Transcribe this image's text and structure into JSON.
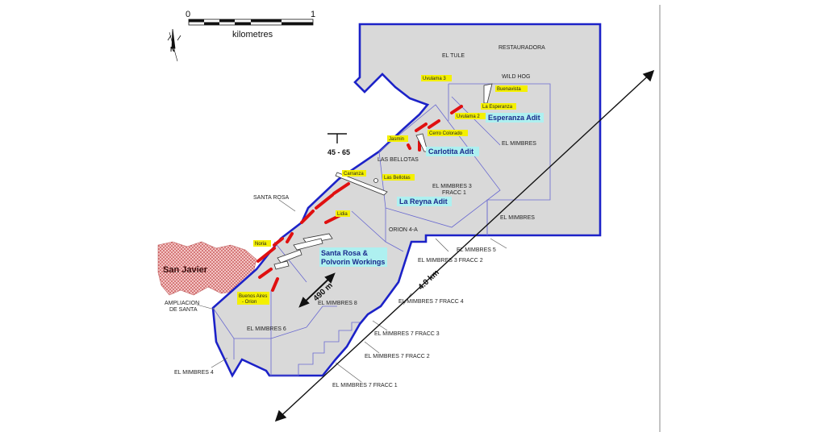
{
  "scale_bar": {
    "start": "0",
    "end": "1",
    "unit": "kilometres"
  },
  "north_arrow": {
    "label": "N"
  },
  "dip": {
    "label": "45 - 65"
  },
  "town": {
    "name": "San Javier"
  },
  "distances": {
    "total": "4.0 km",
    "width": "490 m"
  },
  "concessions": {
    "el_tule": "EL TULE",
    "restauradora": "RESTAURADORA",
    "wild_hog": "WILD HOG",
    "el_mimbres_a": "EL MIMBRES",
    "las_bellotas": "LAS BELLOTAS",
    "el_mimbres_3_fracc_1_a": "EL MIMBRES 3",
    "el_mimbres_3_fracc_1_b": "FRACC 1",
    "el_mimbres_b": "EL MIMBRES",
    "santa_rosa": "SANTA ROSA",
    "orion_4a": "ORION 4-A",
    "el_mimbres_5": "EL MIMBRES 5",
    "el_mimbres_3_fracc_2": "EL MIMBRES 3 FRACC 2",
    "ampliacion_a": "AMPLIACION",
    "ampliacion_b": "DE SANTA",
    "el_mimbres_8": "EL MIMBRES 8",
    "el_mimbres_7_fracc_4": "EL MIMBRES 7 FRACC 4",
    "el_mimbres_6": "EL MIMBRES 6",
    "el_mimbres_7_fracc_3": "EL MIMBRES 7 FRACC 3",
    "el_mimbres_7_fracc_2": "EL MIMBRES 7 FRACC 2",
    "el_mimbres_4": "EL MIMBRES 4",
    "el_mimbres_7_fracc_1": "EL MIMBRES 7 FRACC 1"
  },
  "veins": {
    "uvulama_3": "Uvulama 3",
    "buenavista": "Buenavista",
    "la_esperanza": "La Esperanza",
    "uvulama_2": "Uvulama 2",
    "cerro_colorado": "Cerro Colorado",
    "jasmin": "Jasmin",
    "carranza": "Carranza",
    "las_bellotas": "Las Bellotas",
    "lidia": "Lidia",
    "noria": "Noria",
    "buenos_aires_a": "Buenos Aires",
    "buenos_aires_b": "- Orion"
  },
  "workings": {
    "esperanza_adit": "Esperanza Adit",
    "carlotita_adit": "Carlotita Adit",
    "la_reyna_adit": "La Reyna Adit",
    "santa_rosa_a": "Santa Rosa &",
    "santa_rosa_b": "Polvorin Workings"
  },
  "colors": {
    "property_fill": "#d9d9d9",
    "property_border": "#1c22c8",
    "concession_line": "#6a6ad0",
    "vein": "#e01010",
    "label_highlight": "#f4f000",
    "adit_highlight": "#aef0f0",
    "town_fill": "#e8a0a0"
  }
}
